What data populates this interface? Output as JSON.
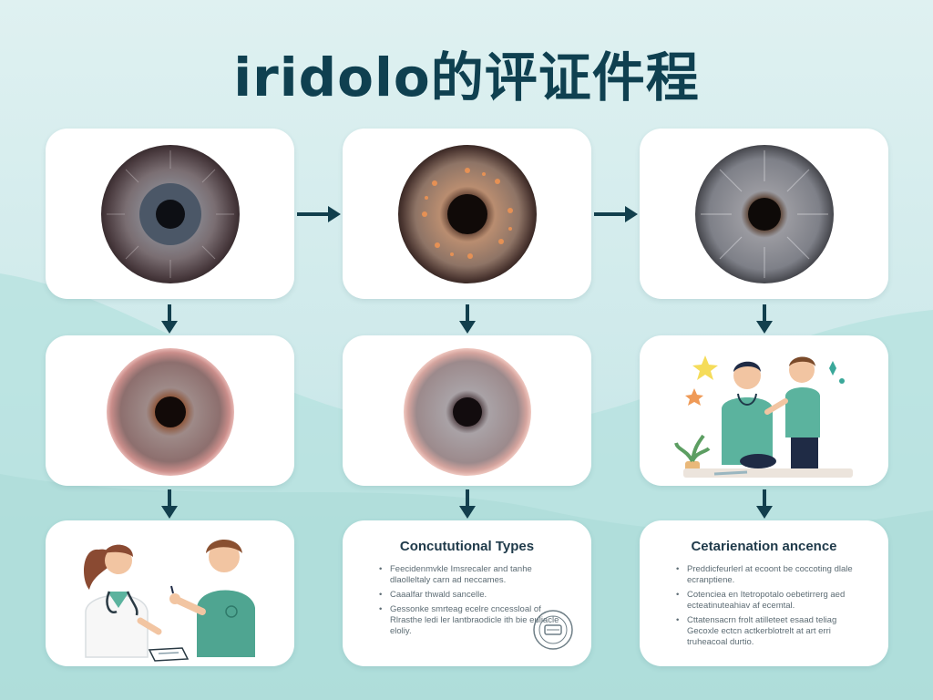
{
  "title": "iridolo的评证件程",
  "cards": {
    "row1": [
      {
        "kind": "iris",
        "icon": "iris-grey-blue-icon"
      },
      {
        "kind": "iris",
        "icon": "iris-orange-spotted-icon"
      },
      {
        "kind": "iris",
        "icon": "iris-grey-fibrous-icon"
      }
    ],
    "row2": [
      {
        "kind": "iris",
        "icon": "iris-brown-pink-icon"
      },
      {
        "kind": "iris",
        "icon": "iris-pink-grey-icon"
      },
      {
        "kind": "illustration",
        "icon": "two-practitioners-illustration"
      }
    ],
    "row3": [
      {
        "kind": "illustration",
        "icon": "doctor-patient-illustration"
      }
    ]
  },
  "constitutional_card": {
    "title": "Concututional Types",
    "items": [
      "Feecidenmvkle Imsrecaler and tanhe dlaolleltaly carn ad neccames.",
      "Caaalfar thwald sancelle.",
      "Gessonke smrteag ecelre cncessloal of Rlrasthe ledi ler lantbraodicle ith bie euliacle eloliy."
    ],
    "stamp_icon": "certification-stamp-icon"
  },
  "determination_card": {
    "title": "Cetarienation ancence",
    "items": [
      "Preddicfeurlerl at ecoont be coccoting dlale ecranptiene.",
      "Cotenciea en Itetropotalo oebetirrerg aed ecteatinuteahiav af ecemtal.",
      "Cttatensacrn frolt atilleteet esaad teliag Gecoxle ectcn actkerblotrelt at art erri truheacoal durtio."
    ]
  },
  "colors": {
    "title": "#0f4050",
    "arrow": "#123f4d",
    "card": "#ffffff",
    "background": "#d6eeee",
    "wave": "#a9dbd8"
  }
}
